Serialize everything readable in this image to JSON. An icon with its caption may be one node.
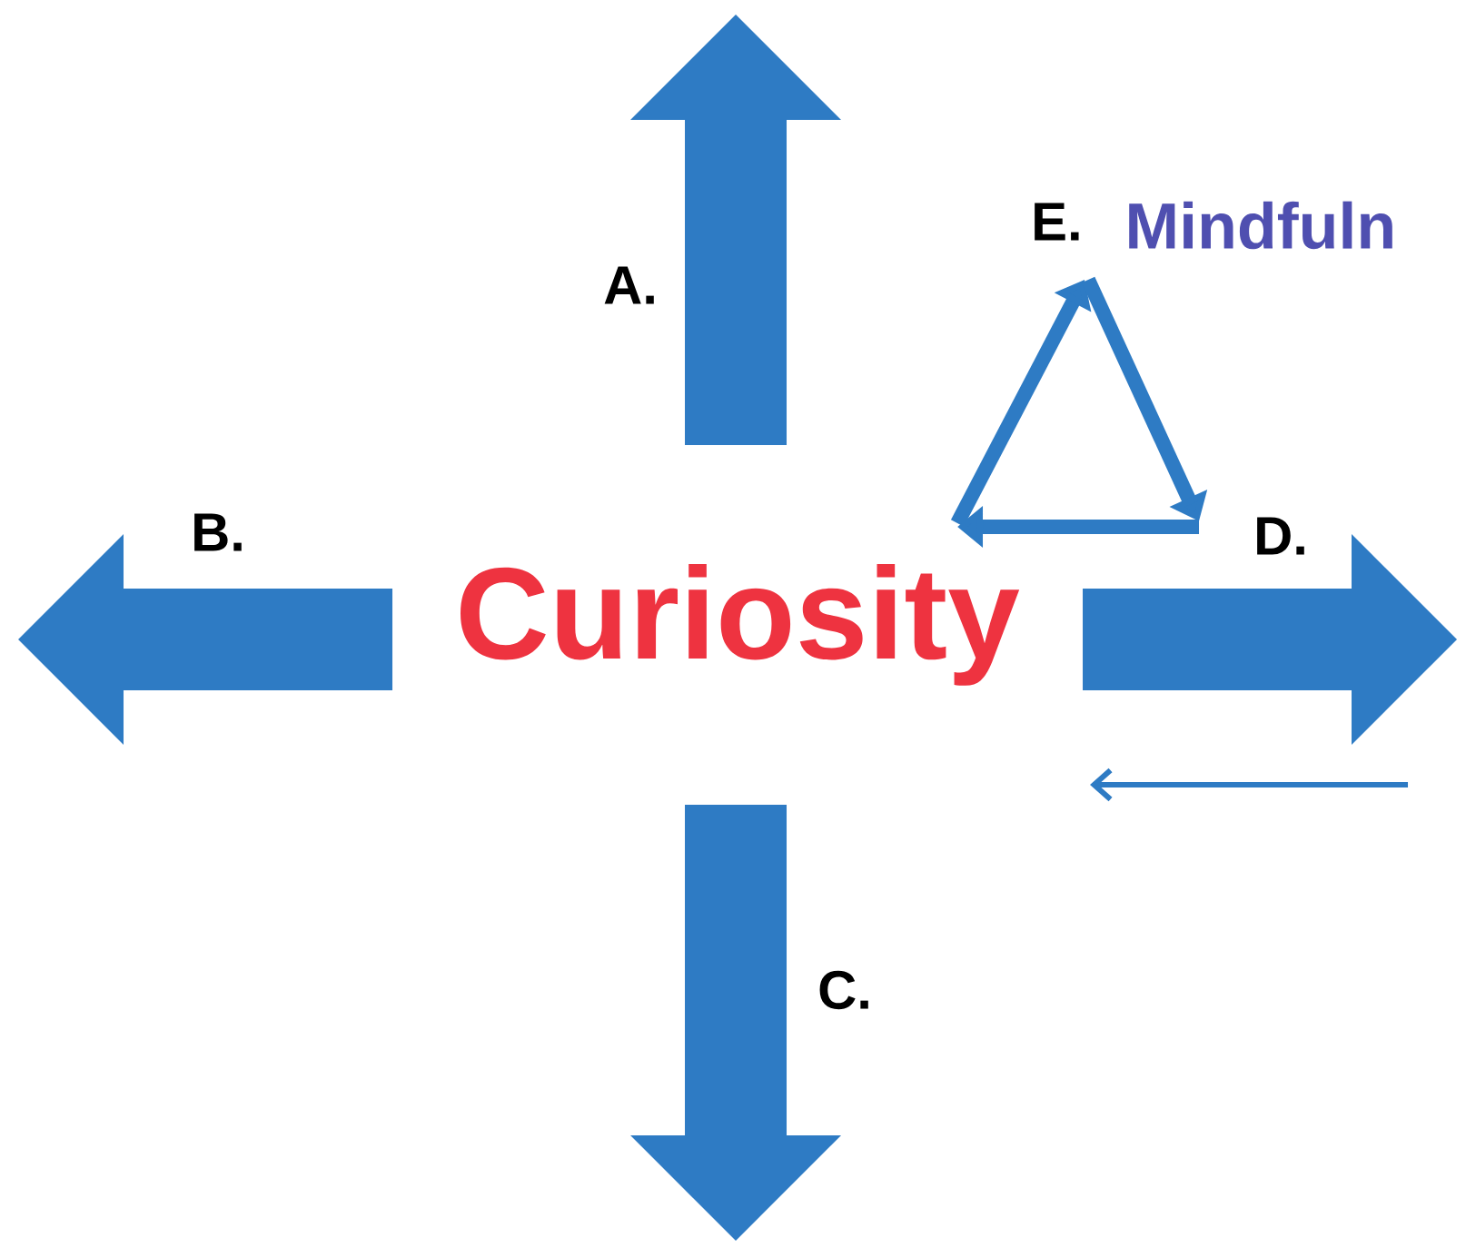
{
  "diagram": {
    "labels": [
      "A.",
      "E.",
      "Mindfuln",
      "B.",
      "Curiosity",
      "D.",
      "C."
    ]
  }
}
